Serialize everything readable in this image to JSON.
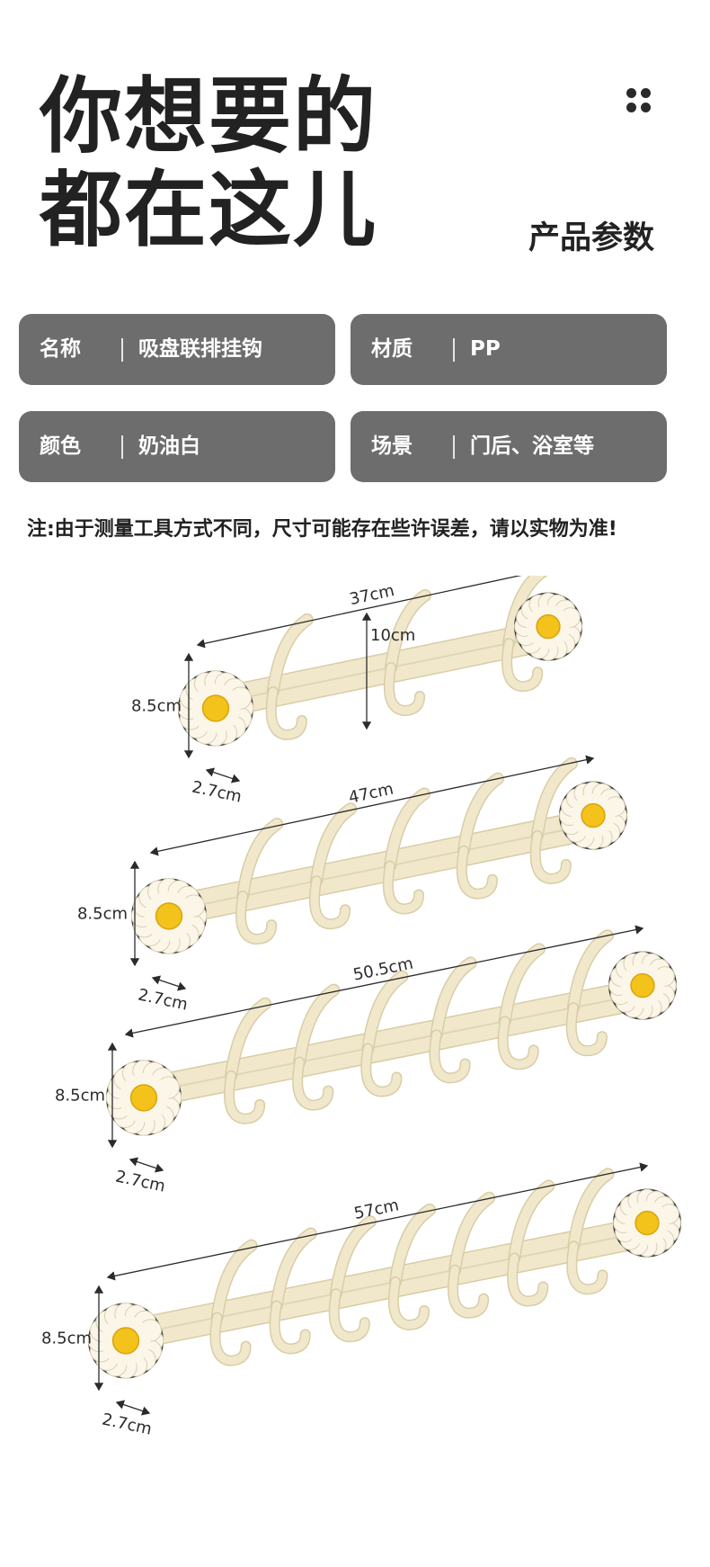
{
  "headline": {
    "line1": "你想要的",
    "line2": "都在这儿"
  },
  "subtitle": "产品参数",
  "menu_icon": "dots-grid-icon",
  "params": [
    {
      "key": "名称",
      "value": "吸盘联排挂钩"
    },
    {
      "key": "材质",
      "value": "PP"
    },
    {
      "key": "颜色",
      "value": "奶油白"
    },
    {
      "key": "场景",
      "value": "门后、浴室等"
    }
  ],
  "note": "注:由于测量工具方式不同，尺寸可能存在些许误差，请以实物为准!",
  "products": [
    {
      "length": "37cm",
      "height": "8.5cm",
      "depth": "2.7cm",
      "hook_height": "10cm",
      "hooks": 3
    },
    {
      "length": "47cm",
      "height": "8.5cm",
      "depth": "2.7cm",
      "hooks": 5
    },
    {
      "length": "50.5cm",
      "height": "8.5cm",
      "depth": "2.7cm",
      "hooks": 6
    },
    {
      "length": "57cm",
      "height": "8.5cm",
      "depth": "2.7cm",
      "hooks": 7
    }
  ],
  "colors": {
    "card_bg": "#6d6d6d",
    "product_cream": "#f1e8cc",
    "flower_center": "#f3c21b"
  }
}
